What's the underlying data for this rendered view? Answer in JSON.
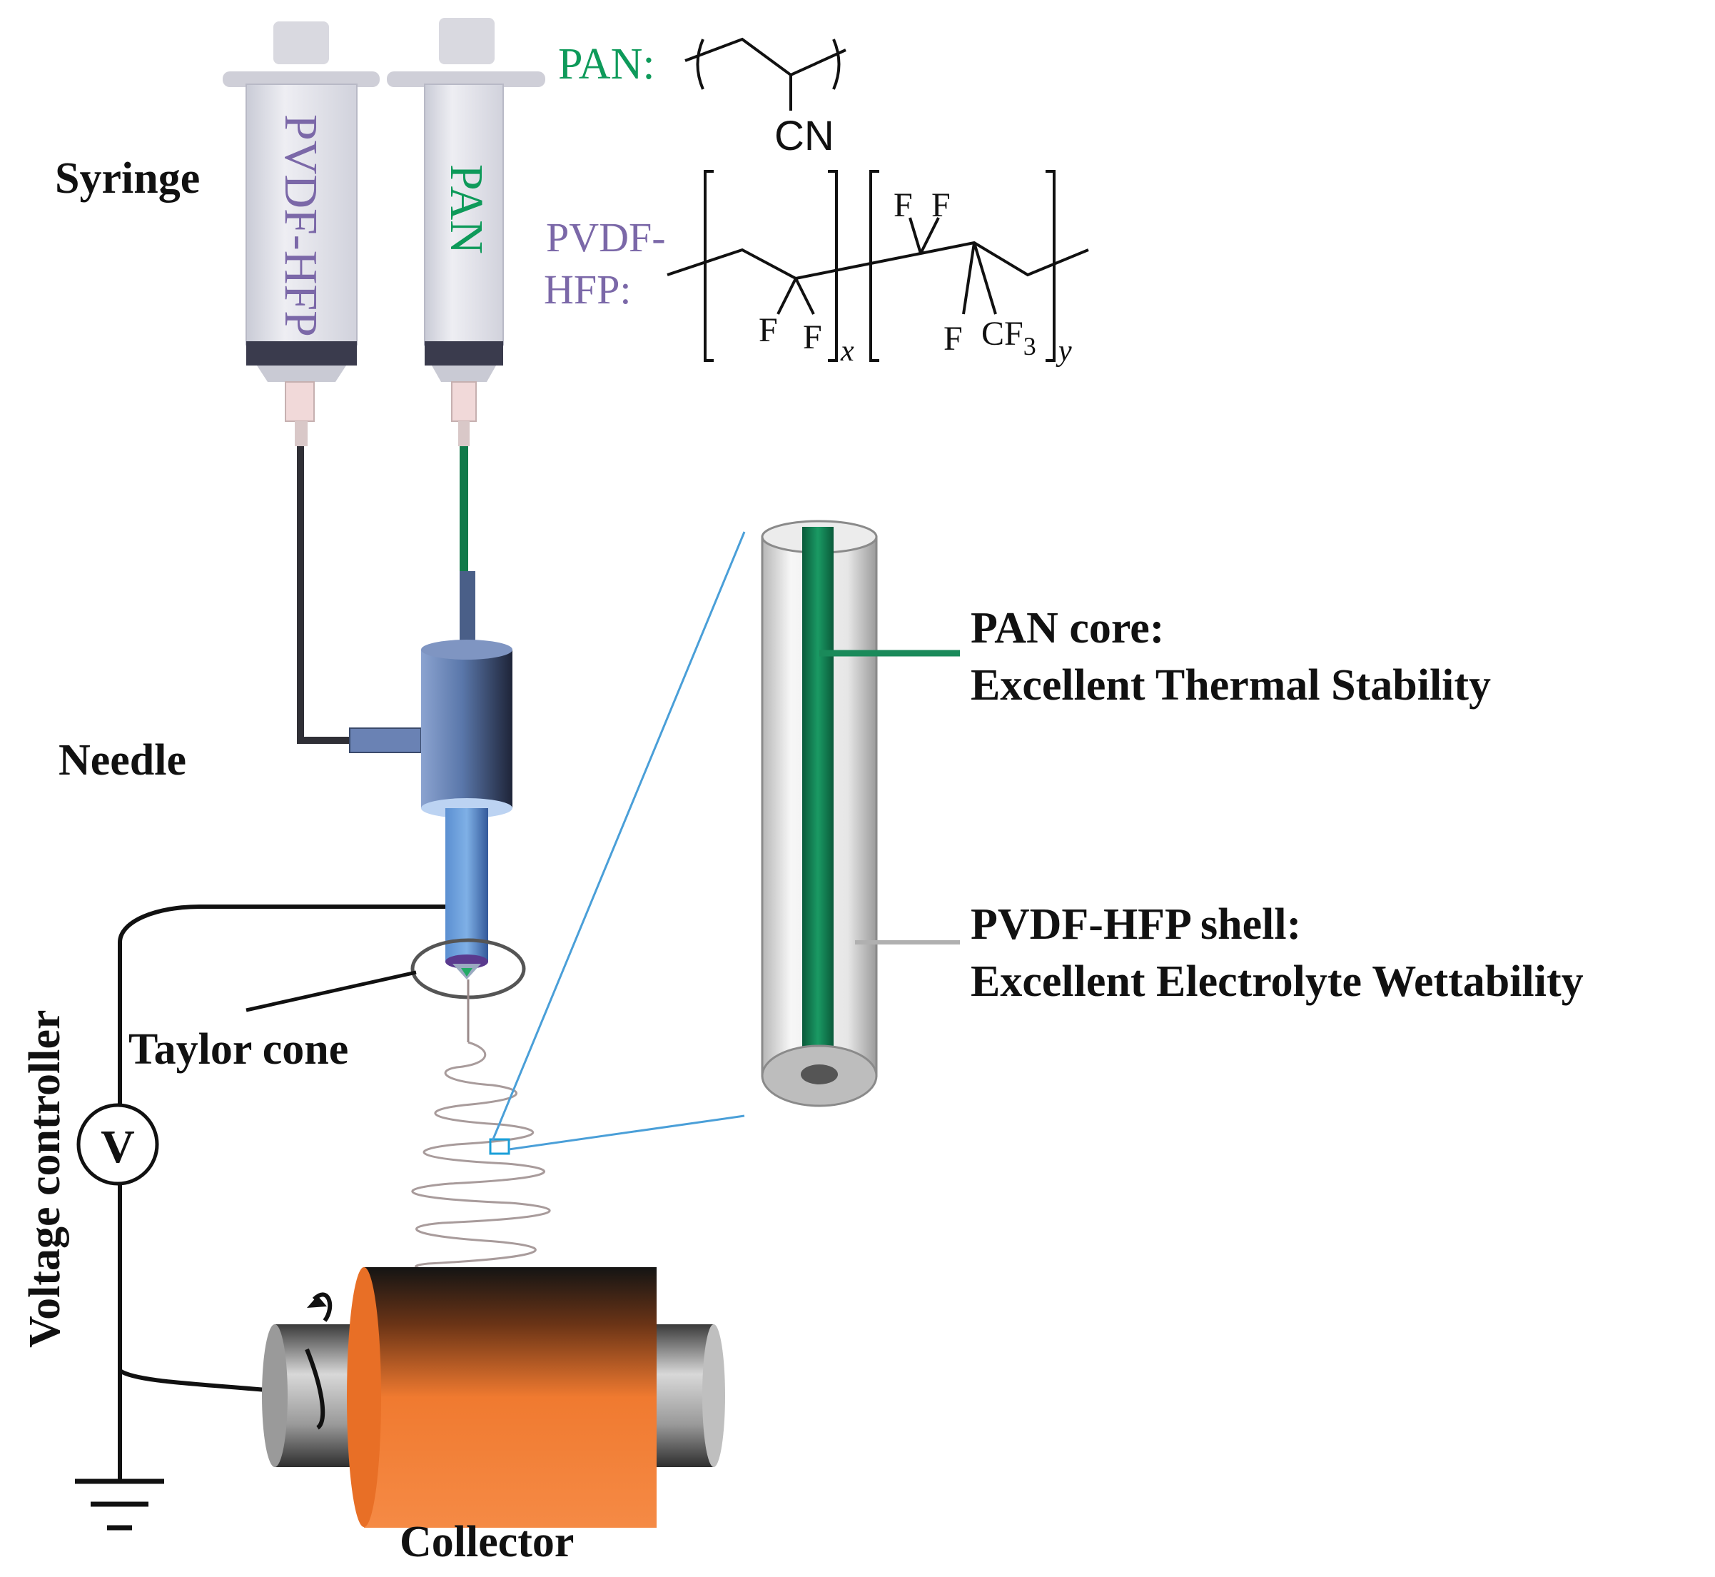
{
  "labels": {
    "syringe": "Syringe",
    "needle": "Needle",
    "taylor_cone": "Taylor cone",
    "voltage_controller": "Voltage controller",
    "voltmeter_symbol": "V",
    "collector": "Collector"
  },
  "syringes": {
    "left_label": "PVDF-HFP",
    "right_label": "PAN"
  },
  "chemistry": {
    "pan_prefix": "PAN:",
    "pan_group": "CN",
    "pvdf_prefix_line1": "PVDF-",
    "pvdf_prefix_line2": "HFP:",
    "f": "F",
    "cf3_main": "CF",
    "cf3_sub": "3",
    "sub_x": "x",
    "sub_y": "y"
  },
  "fiber": {
    "core_title": "PAN core:",
    "core_desc": "Excellent Thermal Stability",
    "shell_title": "PVDF-HFP shell:",
    "shell_desc": "Excellent Electrolyte Wettability"
  },
  "colors": {
    "pan_green": "#0e9a5a",
    "pvdf_purple": "#7b68a8",
    "collector_orange": "#f07a30",
    "fiber_blue_line": "#4a9fd8",
    "needle_blue": "#4f6d9e"
  }
}
